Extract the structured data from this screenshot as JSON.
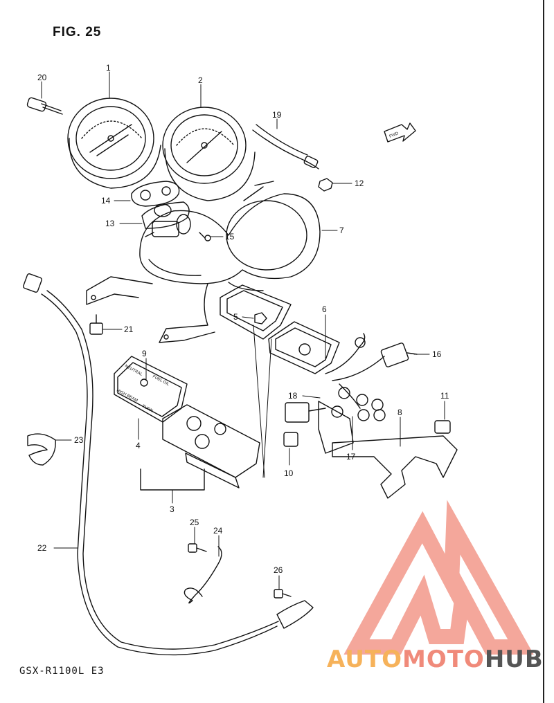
{
  "figure": {
    "title": "FIG. 25",
    "model": "GSX-R1100L  E3"
  },
  "direction_marker": "FWD",
  "callouts": [
    {
      "id": "1",
      "label": "1"
    },
    {
      "id": "2",
      "label": "2"
    },
    {
      "id": "3",
      "label": "3"
    },
    {
      "id": "4",
      "label": "4"
    },
    {
      "id": "5",
      "label": "5"
    },
    {
      "id": "6",
      "label": "6"
    },
    {
      "id": "7",
      "label": "7"
    },
    {
      "id": "8",
      "label": "8"
    },
    {
      "id": "9",
      "label": "9"
    },
    {
      "id": "10",
      "label": "10"
    },
    {
      "id": "11",
      "label": "11"
    },
    {
      "id": "12",
      "label": "12"
    },
    {
      "id": "13",
      "label": "13"
    },
    {
      "id": "14",
      "label": "14"
    },
    {
      "id": "15",
      "label": "15"
    },
    {
      "id": "16",
      "label": "16"
    },
    {
      "id": "17",
      "label": "17"
    },
    {
      "id": "18",
      "label": "18"
    },
    {
      "id": "19",
      "label": "19"
    },
    {
      "id": "20",
      "label": "20"
    },
    {
      "id": "21",
      "label": "21"
    },
    {
      "id": "22",
      "label": "22"
    },
    {
      "id": "23",
      "label": "23"
    },
    {
      "id": "24",
      "label": "24"
    },
    {
      "id": "25",
      "label": "25"
    },
    {
      "id": "26",
      "label": "26"
    }
  ],
  "panel_labels": {
    "neutral": "NEUTRAL",
    "fuel_oil": "FUEL OIL",
    "high_beam": "HIGH BEAM",
    "turn": "TURN"
  },
  "watermark": {
    "part1": "AUTO",
    "part2": "MOTO",
    "part3": "HUB",
    "colors": {
      "auto": "#f6b25a",
      "moto": "#f08a7a",
      "hub": "#555555",
      "logo": "#f08a7a"
    }
  }
}
